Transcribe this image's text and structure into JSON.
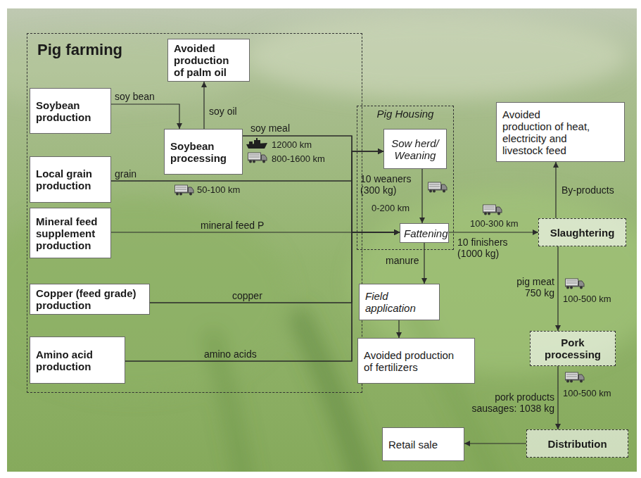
{
  "diagram": {
    "nodes": [
      {
        "text": [
          "Pig farming"
        ]
      },
      {
        "text": [
          "Avoided production of palm oil"
        ],
        "in": 0
      },
      {
        "text": [
          "Soybean production"
        ],
        "in": 0
      },
      {
        "text": [
          "Soybean processing"
        ],
        "in": 0
      },
      {
        "text": [
          "Local grain production"
        ],
        "in": 0
      },
      {
        "text": [
          "Mineral feed supplement production"
        ],
        "in": 0
      },
      {
        "text": [
          "Copper (feed grade) production"
        ],
        "in": 0
      },
      {
        "text": [
          "Amino acid production"
        ],
        "in": 0
      },
      {
        "text": [
          "Pig Housing"
        ]
      },
      {
        "text": [
          "Sow herd/ Weaning"
        ],
        "in": 8
      },
      {
        "text": [
          "Fattening"
        ],
        "in": 8
      },
      {
        "text": [
          "Field application"
        ]
      },
      {
        "text": [
          "Avoided production of fertilizers"
        ]
      },
      {
        "text": [
          "Avoided production of heat, electricity and livestock feed"
        ]
      },
      {
        "text": [
          "Slaughtering"
        ]
      },
      {
        "text": [
          "Pork processing"
        ]
      },
      {
        "text": [
          "Distribution"
        ]
      },
      {
        "text": [
          "Retail sale"
        ]
      }
    ],
    "edges": [
      {
        "from": 2,
        "to": 3,
        "arrow": "to",
        "label": "soy bean"
      },
      {
        "from": 3,
        "to": 1,
        "arrow": "to",
        "label": "soy oil"
      },
      {
        "from": 3,
        "to": 9,
        "arrow": "to",
        "label": "soy meal"
      },
      {
        "from": 3,
        "to": 10,
        "arrow": "to"
      },
      {
        "from": 4,
        "to": 9,
        "arrow": "to",
        "label": "grain"
      },
      {
        "from": 4,
        "to": 10,
        "arrow": "to"
      },
      {
        "from": 5,
        "to": 10,
        "arrow": "to",
        "label": "mineral feed P"
      },
      {
        "from": 6,
        "to": 9,
        "arrow": "to",
        "label": "copper"
      },
      {
        "from": 6,
        "to": 10,
        "arrow": "to"
      },
      {
        "from": 7,
        "to": 9,
        "arrow": "to",
        "label": "amino acids"
      },
      {
        "from": 7,
        "to": 10,
        "arrow": "to"
      },
      {
        "from": 9,
        "to": 10,
        "arrow": "to",
        "label": "10 weaners (300 kg)"
      },
      {
        "from": 10,
        "to": 11,
        "arrow": "to",
        "label": "manure"
      },
      {
        "from": 11,
        "to": 12,
        "arrow": "to"
      },
      {
        "from": 10,
        "to": 14,
        "arrow": "to",
        "label": "10 finishers (1000 kg)"
      },
      {
        "from": 14,
        "to": 13,
        "arrow": "to",
        "label": "By-products"
      },
      {
        "from": 14,
        "to": 15,
        "arrow": "to",
        "label": "pig meat 750 kg"
      },
      {
        "from": 15,
        "to": 16,
        "arrow": "to",
        "label": "pork products sausages: 1038 kg"
      },
      {
        "from": 16,
        "to": 17,
        "arrow": "to"
      }
    ],
    "labels": [
      "12000 km",
      "800-1600 km",
      "50-100 km",
      "0-200 km",
      "100-300 km",
      "100-500 km",
      "100-500 km"
    ]
  }
}
